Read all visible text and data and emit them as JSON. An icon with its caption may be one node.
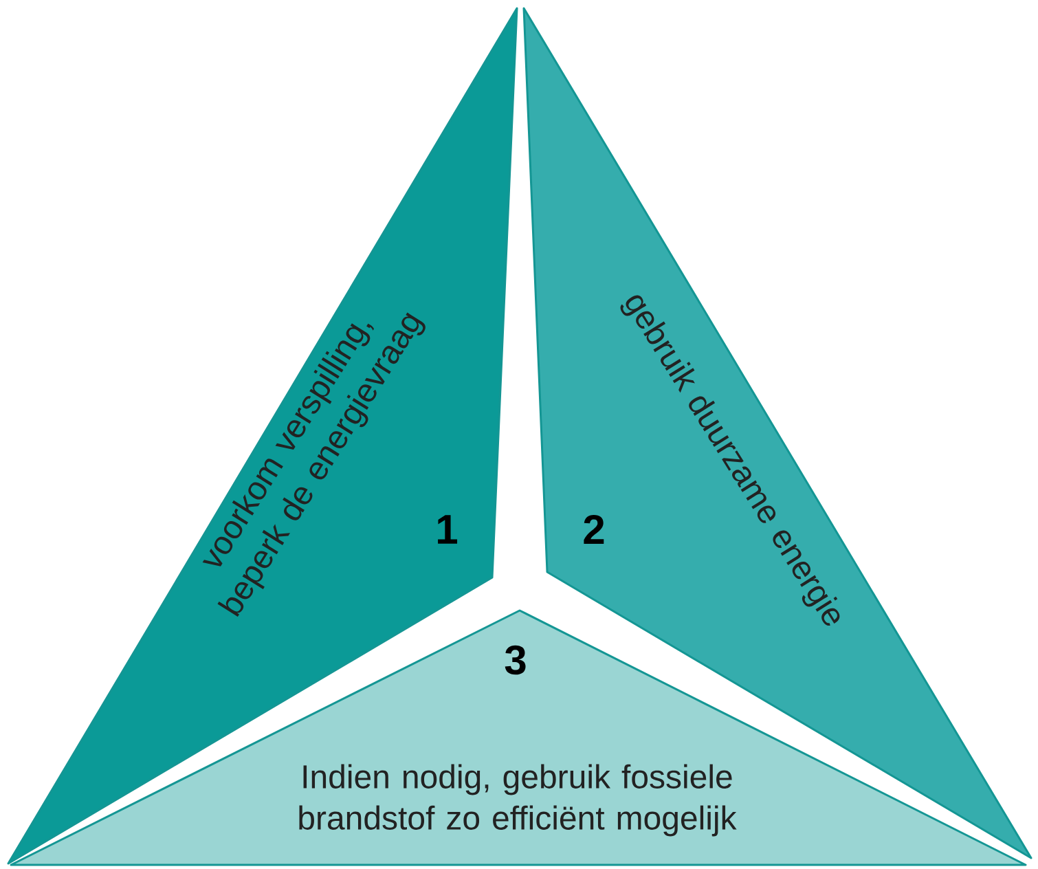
{
  "diagram": {
    "nodes": [
      {
        "text": [
          "1",
          "voorkom verspilling, beperk de energievraag"
        ]
      },
      {
        "text": [
          "2",
          "gebruik duurzame energie"
        ]
      },
      {
        "text": [
          "3",
          "Indien nodig, gebruik fossiele brandstof zo efficiënt mogelijk"
        ]
      }
    ]
  }
}
